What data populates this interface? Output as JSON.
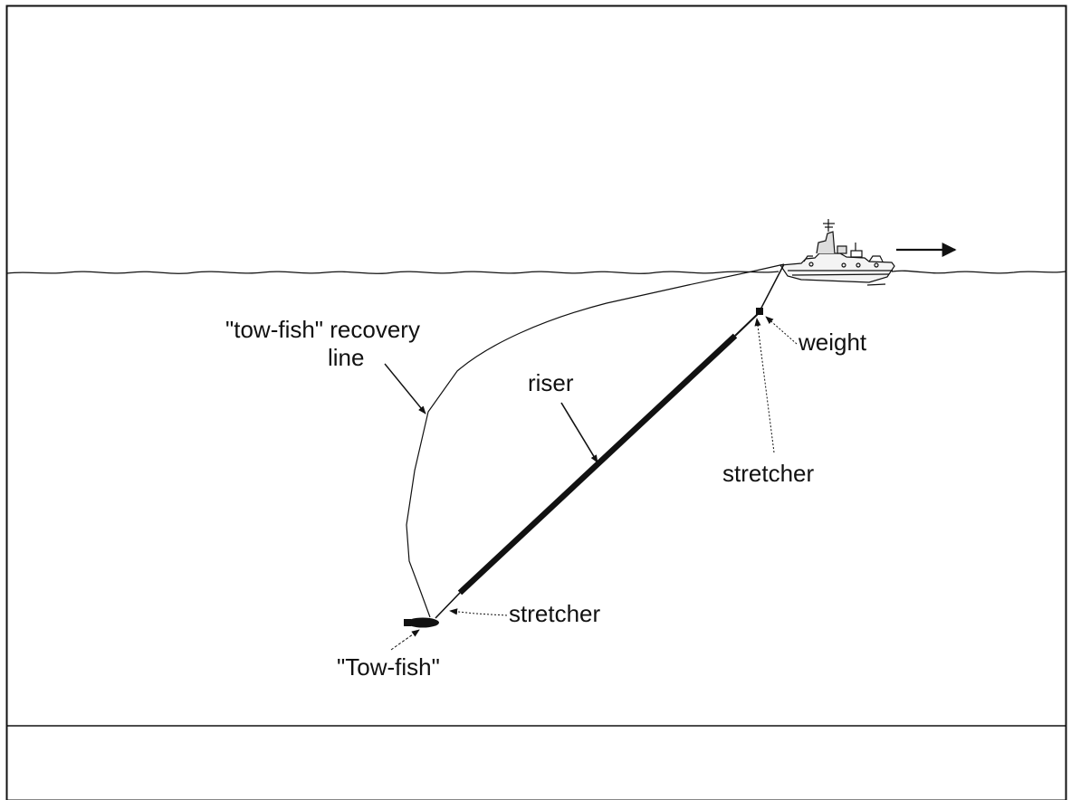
{
  "labels": {
    "recovery_line_1": "\"tow-fish\" recovery",
    "recovery_line_2": "line",
    "riser": "riser",
    "weight": "weight",
    "stretcher_upper": "stretcher",
    "stretcher_lower": "stretcher",
    "tow_fish": "\"Tow-fish\""
  },
  "colors": {
    "ink": "#111111",
    "background": "#ffffff"
  }
}
